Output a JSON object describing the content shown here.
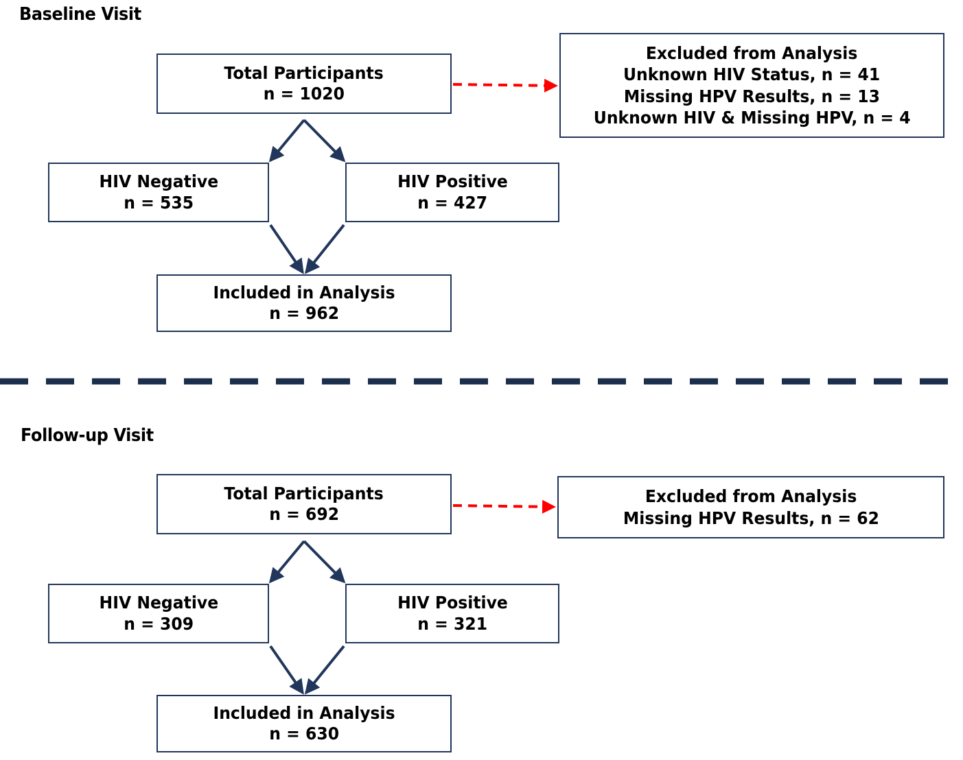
{
  "figure": {
    "type": "participant-flow-diagram",
    "divider": "dashed-horizontal-rule",
    "colors": {
      "box_border": "#21365a",
      "connector": "#21365a",
      "exclusion_arrow": "#ff0000",
      "text": "#000000",
      "background": "#ffffff"
    }
  },
  "sections": [
    {
      "id": "baseline",
      "title": "Baseline Visit",
      "total": {
        "label": "Total Participants",
        "count": "n = 1020"
      },
      "excluded": {
        "heading": "Excluded from Analysis",
        "reasons": [
          "Unknown HIV Status, n = 41",
          "Missing HPV Results, n = 13",
          "Unknown HIV & Missing HPV, n = 4"
        ]
      },
      "hiv_negative": {
        "label": "HIV Negative",
        "count": "n = 535"
      },
      "hiv_positive": {
        "label": "HIV Positive",
        "count": "n = 427"
      },
      "included": {
        "label": "Included in Analysis",
        "count": "n = 962"
      }
    },
    {
      "id": "followup",
      "title": "Follow-up Visit",
      "total": {
        "label": "Total Participants",
        "count": "n = 692"
      },
      "excluded": {
        "heading": "Excluded from Analysis",
        "reasons": [
          "Missing HPV Results, n = 62"
        ]
      },
      "hiv_negative": {
        "label": "HIV Negative",
        "count": "n = 309"
      },
      "hiv_positive": {
        "label": "HIV Positive",
        "count": "n = 321"
      },
      "included": {
        "label": "Included in Analysis",
        "count": "n = 630"
      }
    }
  ]
}
